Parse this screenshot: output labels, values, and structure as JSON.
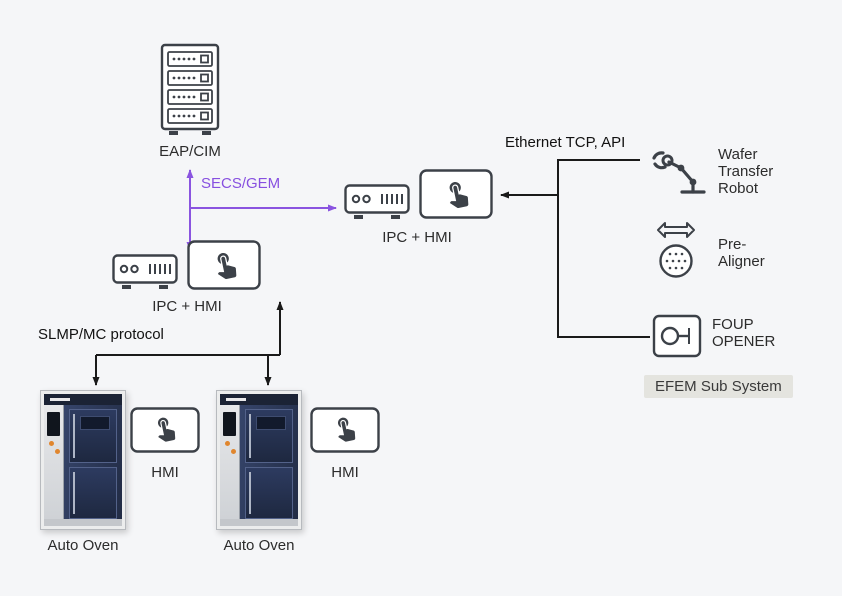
{
  "colors": {
    "background": "#f5f6f8",
    "purple_accent": "#8750e0",
    "line_black": "#1a1a1a",
    "icon_stroke": "#3c4148",
    "badge_background": "#e4e4df"
  },
  "nodes": {
    "eap_cim": {
      "label": "EAP/CIM"
    },
    "secs_gem": {
      "label": "SECS/GEM"
    },
    "ipc_hmi_top": {
      "label": "IPC + HMI"
    },
    "ipc_hmi_left": {
      "label": "IPC + HMI"
    },
    "ethernet": {
      "label": "Ethernet TCP, API"
    },
    "slmp": {
      "label": "SLMP/MC protocol"
    },
    "wafer_robot": {
      "lines": [
        "Wafer",
        "Transfer",
        "Robot"
      ]
    },
    "pre_aligner": {
      "lines": [
        "Pre-",
        "Aligner"
      ]
    },
    "foup_opener": {
      "lines": [
        "FOUP",
        "OPENER"
      ]
    },
    "efem": {
      "label": "EFEM Sub System"
    },
    "hmi_left": {
      "label": "HMI"
    },
    "hmi_right": {
      "label": "HMI"
    },
    "oven_left": {
      "label": "Auto Oven"
    },
    "oven_right": {
      "label": "Auto Oven"
    }
  }
}
